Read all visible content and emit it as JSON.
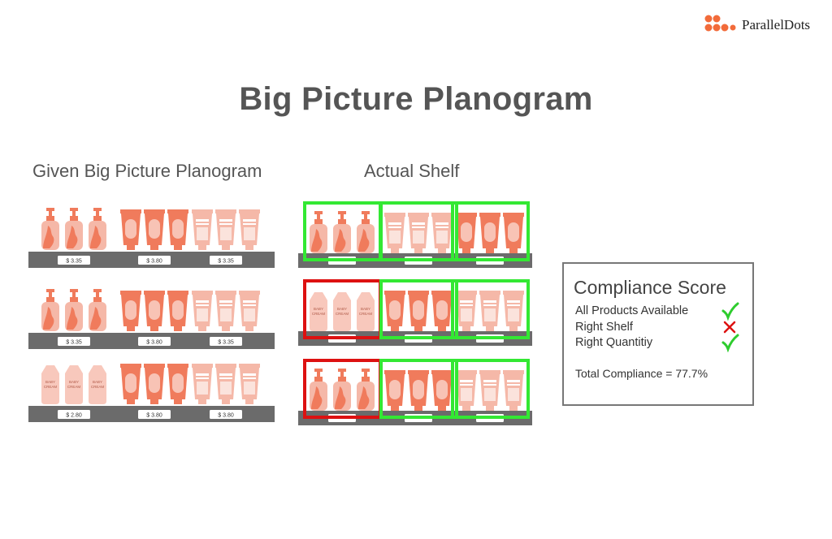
{
  "brand": {
    "name": "ParallelDots",
    "color": "#f26b3a"
  },
  "title": "Big Picture Planogram",
  "given": {
    "title": "Given Big Picture Planogram",
    "rows": [
      {
        "groups": [
          {
            "product": "pump-bottle",
            "price": "$ 3.35"
          },
          {
            "product": "tube-solid",
            "price": "$ 3.80"
          },
          {
            "product": "tube-light",
            "price": "$ 3.35"
          }
        ]
      },
      {
        "groups": [
          {
            "product": "pump-bottle",
            "price": "$ 3.35"
          },
          {
            "product": "tube-solid",
            "price": "$ 3.80"
          },
          {
            "product": "tube-light",
            "price": "$ 3.35"
          }
        ]
      },
      {
        "groups": [
          {
            "product": "baby-cream",
            "price": "$ 2.80"
          },
          {
            "product": "tube-solid",
            "price": "$ 3.80"
          },
          {
            "product": "tube-light",
            "price": "$ 3.80"
          }
        ]
      }
    ]
  },
  "actual": {
    "title": "Actual Shelf",
    "rows": [
      {
        "groups": [
          {
            "product": "pump-bottle",
            "status": "ok"
          },
          {
            "product": "tube-light",
            "status": "ok"
          },
          {
            "product": "tube-solid",
            "status": "ok"
          }
        ]
      },
      {
        "groups": [
          {
            "product": "baby-cream",
            "status": "wrong"
          },
          {
            "product": "tube-solid",
            "status": "ok"
          },
          {
            "product": "tube-light",
            "status": "ok"
          }
        ]
      },
      {
        "groups": [
          {
            "product": "pump-bottle",
            "status": "wrong"
          },
          {
            "product": "tube-solid",
            "status": "ok"
          },
          {
            "product": "tube-light",
            "status": "ok"
          }
        ]
      }
    ]
  },
  "compliance": {
    "title": "Compliance Score",
    "criteria": [
      {
        "label": "All Products Available",
        "status": "check-icon"
      },
      {
        "label": "Right Shelf",
        "status": "cross-icon"
      },
      {
        "label": "Right Quantitiy",
        "status": "check-icon"
      }
    ],
    "total": "Total Compliance = 77.7%"
  },
  "product_text": {
    "baby_cream": [
      "BABY",
      "CREAM"
    ]
  },
  "colors": {
    "product_solid": "#f07b5c",
    "product_light": "#f5b8a8",
    "product_pale": "#f8c8bc",
    "shelf": "#6b6b6b",
    "ok": "#33e833",
    "wrong": "#dd1111",
    "check": "#2ecc2e",
    "cross": "#dd1111"
  }
}
